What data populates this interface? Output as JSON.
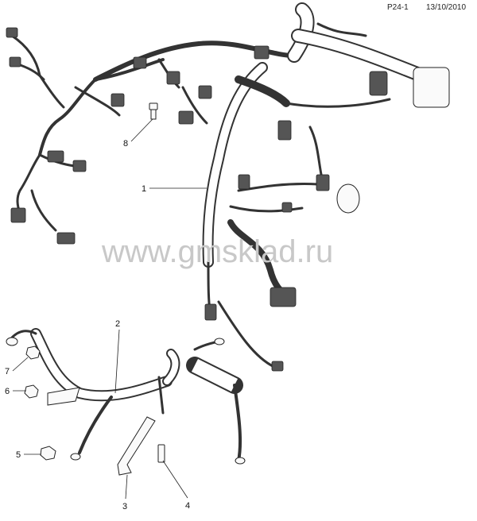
{
  "header": {
    "page_code": "P24-1",
    "date": "13/10/2010"
  },
  "watermark": "www.gmsklad.ru",
  "callouts": [
    {
      "id": "1"
    },
    {
      "id": "2"
    },
    {
      "id": "3"
    },
    {
      "id": "4"
    },
    {
      "id": "5"
    },
    {
      "id": "6"
    },
    {
      "id": "7"
    },
    {
      "id": "8"
    }
  ]
}
